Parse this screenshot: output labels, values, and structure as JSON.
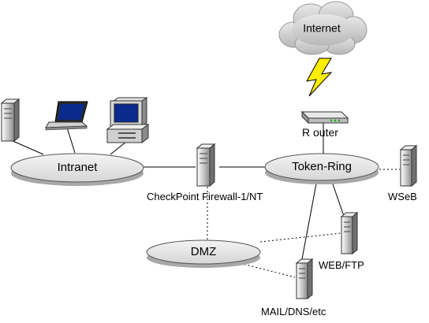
{
  "labels": {
    "internet": "Internet",
    "router": "R outer",
    "intranet": "Intranet",
    "firewall": "CheckPoint Firewall-1/NT",
    "token_ring": "Token-Ring",
    "wseb": "WSeB",
    "dmz": "DMZ",
    "web_ftp": "WEB/FTP",
    "mail_dns": "MAIL/DNS/etc"
  },
  "colors": {
    "line": "#000000",
    "network_fill": "#e6e6e6",
    "network_edge": "#555555",
    "cloud": "#d0d0d0",
    "lightning": "#ffee00"
  }
}
